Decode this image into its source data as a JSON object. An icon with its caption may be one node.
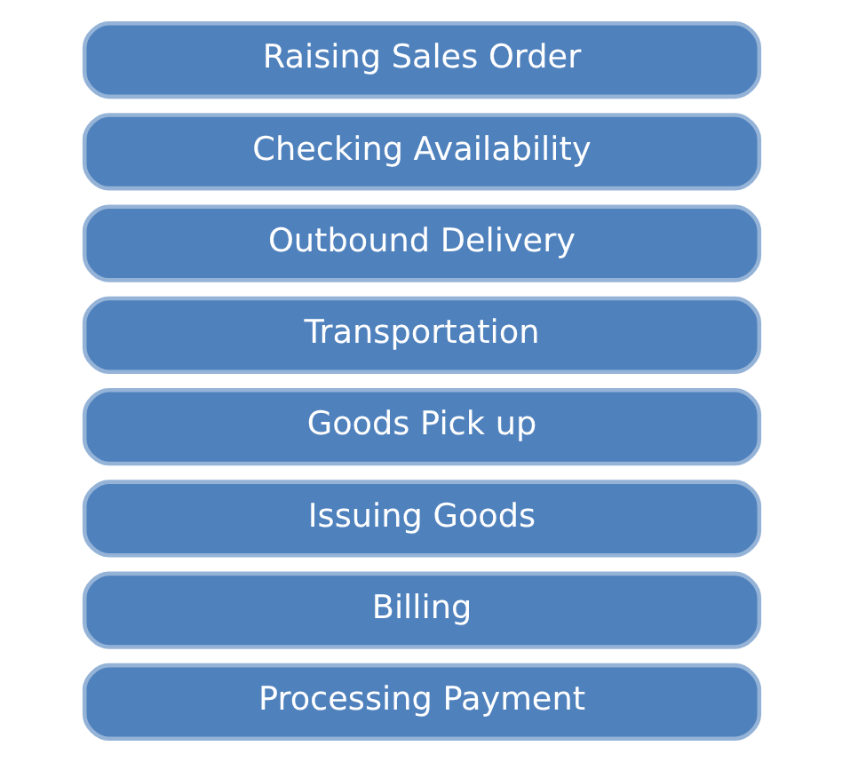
{
  "diagram": {
    "nodes": [
      {
        "text": [
          "Raising Sales Order"
        ]
      },
      {
        "text": [
          "Checking Availability"
        ]
      },
      {
        "text": [
          "Outbound Delivery"
        ]
      },
      {
        "text": [
          "Transportation"
        ]
      },
      {
        "text": [
          "Goods Pick up"
        ]
      },
      {
        "text": [
          "Issuing Goods"
        ]
      },
      {
        "text": [
          "Billing"
        ]
      },
      {
        "text": [
          "Processing Payment"
        ]
      }
    ]
  }
}
